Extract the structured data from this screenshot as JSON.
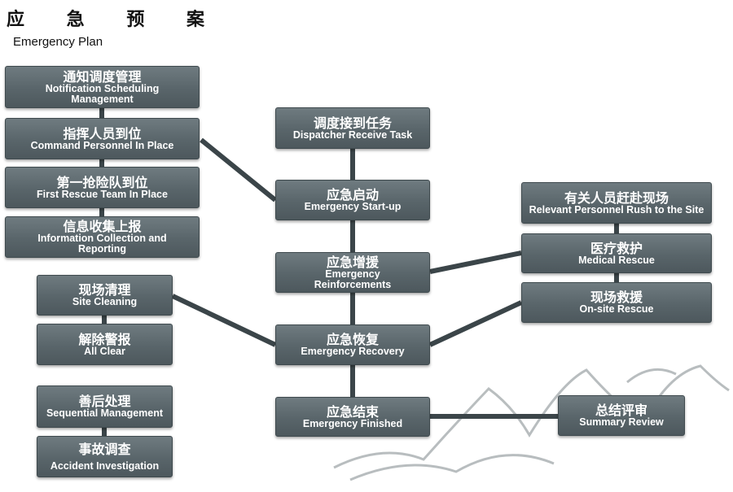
{
  "header": {
    "title_cn": "应 急 预 案",
    "title_en": "Emergency Plan"
  },
  "boxes": {
    "notify": {
      "cn": "通知调度管理",
      "en": "Notification Scheduling Management"
    },
    "command": {
      "cn": "指挥人员到位",
      "en": "Command Personnel In Place"
    },
    "first_team": {
      "cn": "第一抢险队到位",
      "en": "First Rescue Team In Place"
    },
    "info": {
      "cn": "信息收集上报",
      "en": "Information Collection and Reporting"
    },
    "site_clean": {
      "cn": "现场清理",
      "en": "Site Cleaning"
    },
    "all_clear": {
      "cn": "解除警报",
      "en": "All Clear"
    },
    "sequential": {
      "cn": "善后处理",
      "en": "Sequential Management"
    },
    "accident": {
      "cn": "事故调查",
      "en": "Accident Investigation"
    },
    "dispatcher": {
      "cn": "调度接到任务",
      "en": "Dispatcher Receive Task"
    },
    "startup": {
      "cn": "应急启动",
      "en": "Emergency Start-up"
    },
    "reinforce": {
      "cn": "应急增援",
      "en": "Emergency Reinforcements"
    },
    "recovery": {
      "cn": "应急恢复",
      "en": "Emergency Recovery"
    },
    "finished": {
      "cn": "应急结束",
      "en": "Emergency Finished"
    },
    "rush": {
      "cn": "有关人员赶赴现场",
      "en": "Relevant Personnel Rush to the Site"
    },
    "medical": {
      "cn": "医疗救护",
      "en": "Medical Rescue"
    },
    "onsite": {
      "cn": "现场救援",
      "en": "On-site Rescue"
    },
    "summary": {
      "cn": "总结评审",
      "en": "Summary Review"
    }
  },
  "colors": {
    "box": "#5b676c",
    "connector": "#3b4549"
  }
}
